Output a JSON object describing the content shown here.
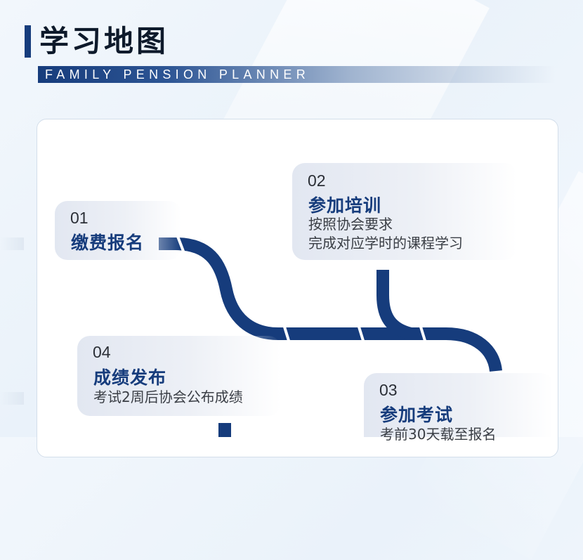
{
  "header": {
    "title": "学习地图",
    "subtitle": "FAMILY PENSION PLANNER"
  },
  "steps": [
    {
      "number": "01",
      "title": "缴费报名",
      "description": []
    },
    {
      "number": "02",
      "title": "参加培训",
      "description": [
        "按照协会要求",
        "完成对应学时的课程学习"
      ]
    },
    {
      "number": "03",
      "title": "参加考试",
      "description": [
        "考前30天载至报名"
      ]
    },
    {
      "number": "04",
      "title": "成绩发布",
      "description": [
        "考试2周后协会公布成绩"
      ]
    }
  ],
  "colors": {
    "accent": "#163c7c",
    "title_text": "#0e1a2b",
    "card_bg": "#e8ecf4"
  }
}
